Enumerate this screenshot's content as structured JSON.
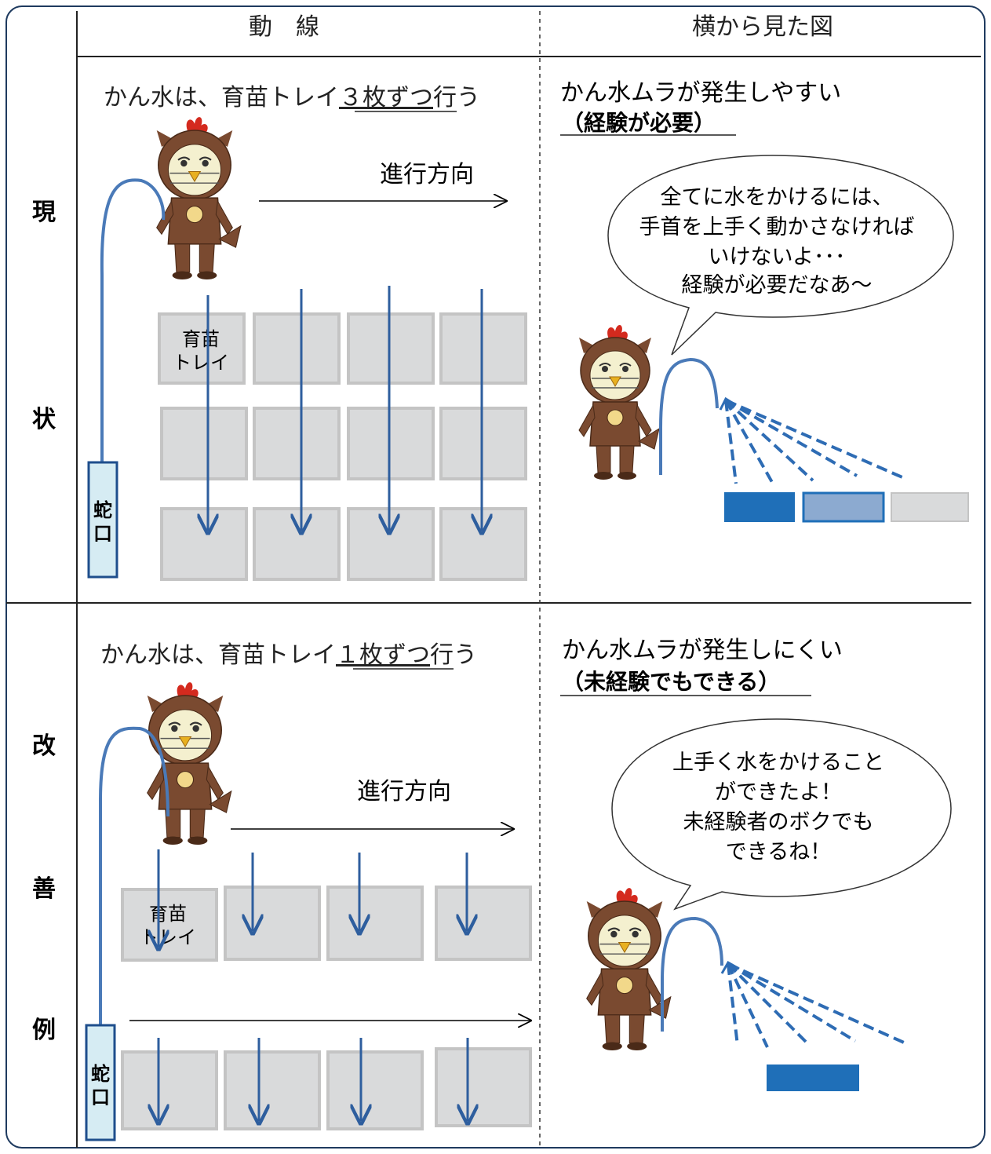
{
  "header": {
    "col_flow": "動　線",
    "col_side": "横から見た図"
  },
  "rows": {
    "current": [
      "現",
      "状"
    ],
    "improved": [
      "改",
      "善",
      "例"
    ]
  },
  "current": {
    "caption_pre": "かん水は、育苗トレイ",
    "caption_under": "３枚ずつ",
    "caption_post": "行う",
    "direction": "進行方向",
    "tray_label": [
      "育苗",
      "トレイ"
    ],
    "faucet": [
      "蛇",
      "口"
    ],
    "side_title": "かん水ムラが発生しやすい",
    "side_sub": "（経験が必要）",
    "bubble": [
      "全てに水をかけるには、",
      "手首を上手く動かさなければ",
      "いけないよ･･･",
      "経験が必要だなあ～"
    ]
  },
  "improved": {
    "caption_pre": "かん水は、育苗トレイ",
    "caption_under": "１枚ずつ",
    "caption_post": "行う",
    "direction": "進行方向",
    "tray_label": [
      "育苗",
      "トレイ"
    ],
    "faucet": [
      "蛇",
      "口"
    ],
    "side_title": "かん水ムラが発生しにくい",
    "side_sub": "（未経験でもできる）",
    "bubble": [
      "上手く水をかけること",
      "ができたよ！",
      "未経験者のボクでも",
      "できるね！"
    ]
  },
  "colors": {
    "hose": "#4a7ab8",
    "tray": "#d9dadb",
    "tray_border": "#c4c4c4",
    "faucet_fill": "#d6ecf3",
    "faucet_border": "#1e4e8c",
    "dark_blue": "#1f6fb8",
    "mid_blue": "#8caad0",
    "mascot_brown": "#7a4a30",
    "mascot_face": "#f4f0cf"
  }
}
